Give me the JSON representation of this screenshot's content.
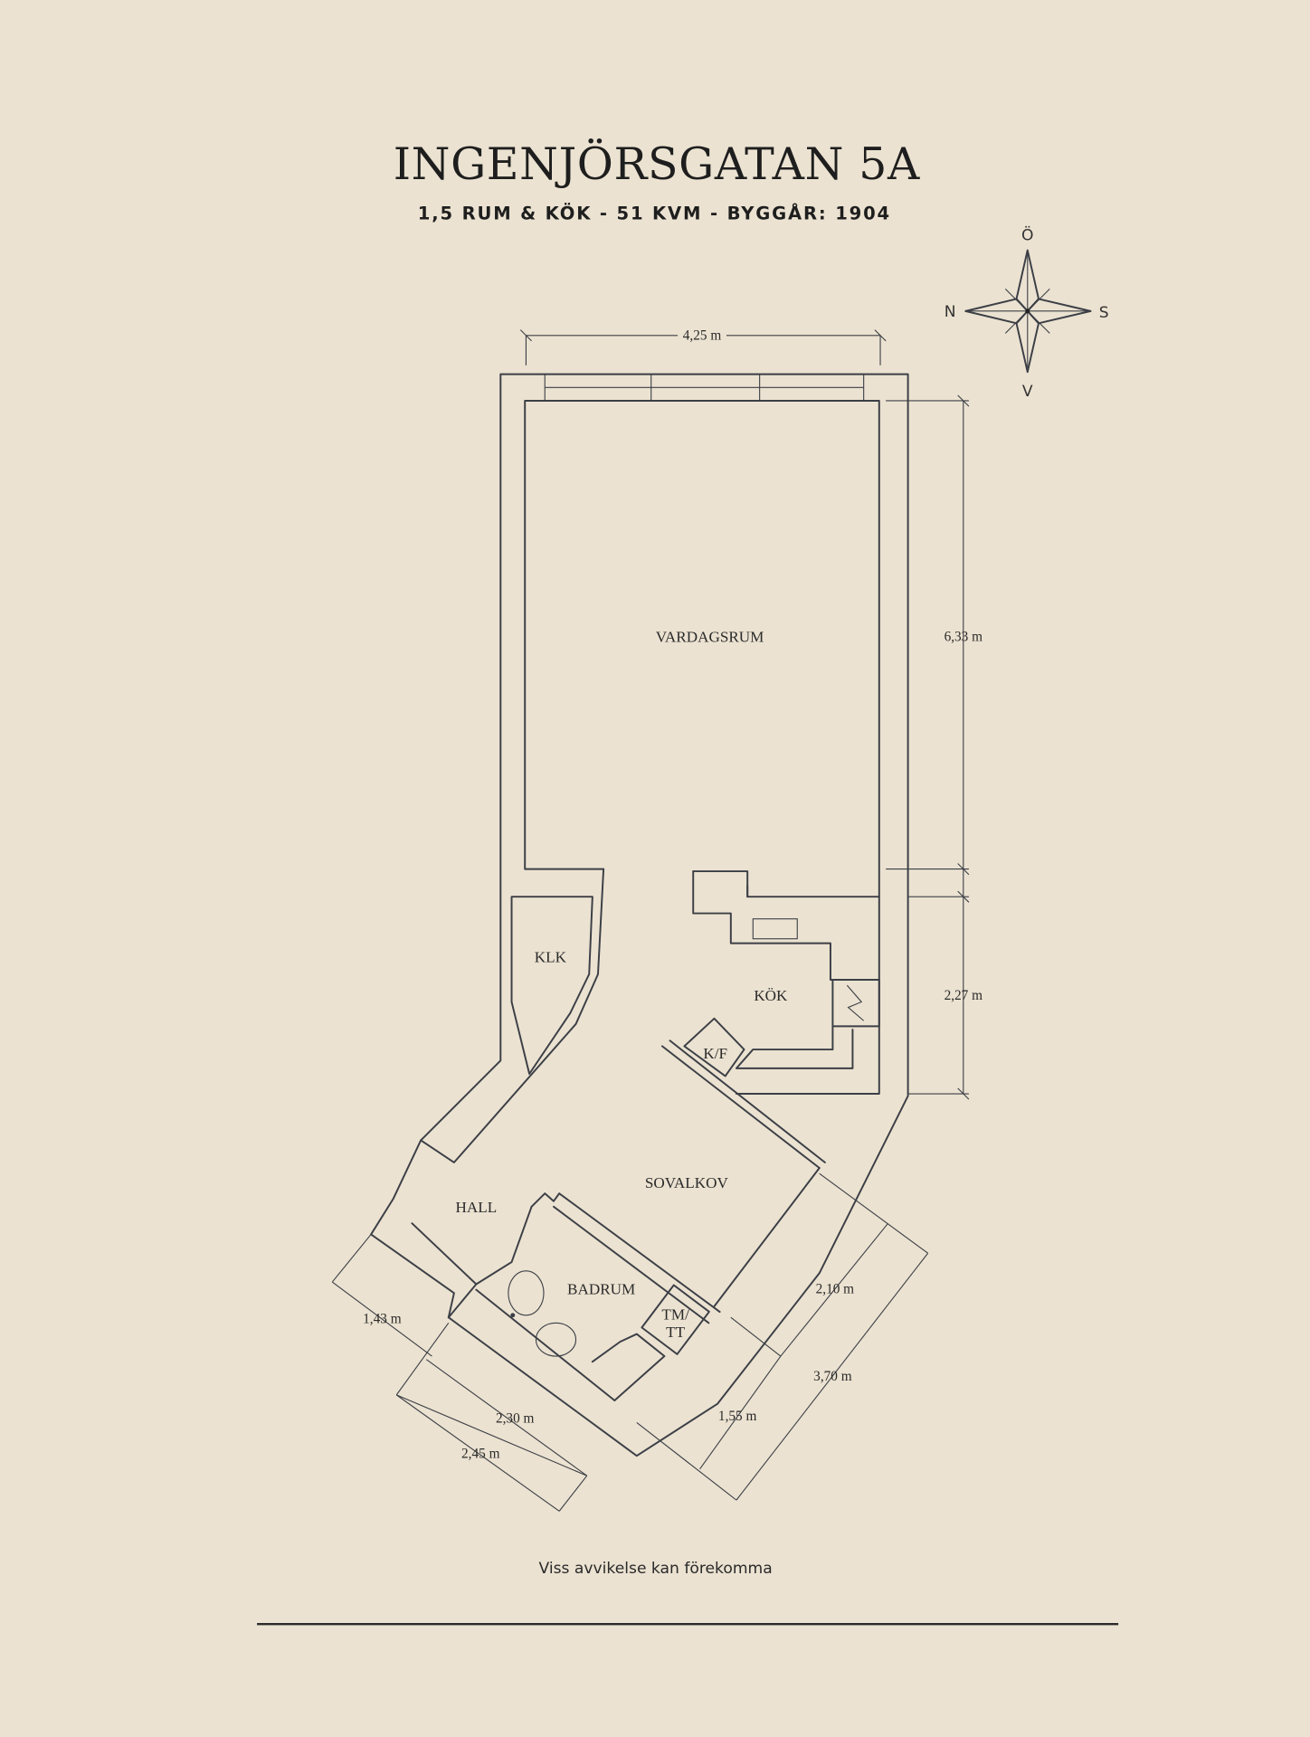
{
  "header": {
    "title": "INGENJÖRSGATAN 5A",
    "subtitle": "1,5 RUM & KÖK  -  51 KVM  -  BYGGÅR: 1904"
  },
  "compass": {
    "east": "Ö",
    "west": "V",
    "north": "N",
    "south": "S"
  },
  "rooms": {
    "vardagsrum": "VARDAGSRUM",
    "klk": "KLK",
    "kok": "KÖK",
    "kf": "K/F",
    "sovalkov": "SOVALKOV",
    "hall": "HALL",
    "badrum": "BADRUM",
    "tm_line1": "TM/",
    "tm_line2": "TT"
  },
  "dimensions": {
    "top_width": "4,25 m",
    "living_depth": "6,33 m",
    "kitchen_depth": "2,27 m",
    "d_143": "1,43 m",
    "d_230": "2,30 m",
    "d_245": "2,45 m",
    "d_155": "1,55 m",
    "d_210": "2,10 m",
    "d_370": "3,70 m"
  },
  "footer": {
    "disclaimer": "Viss avvikelse kan förekomma"
  },
  "colors": {
    "background": "#ebe2d1",
    "ink": "#3c3f46",
    "text": "#1e1e1e"
  }
}
